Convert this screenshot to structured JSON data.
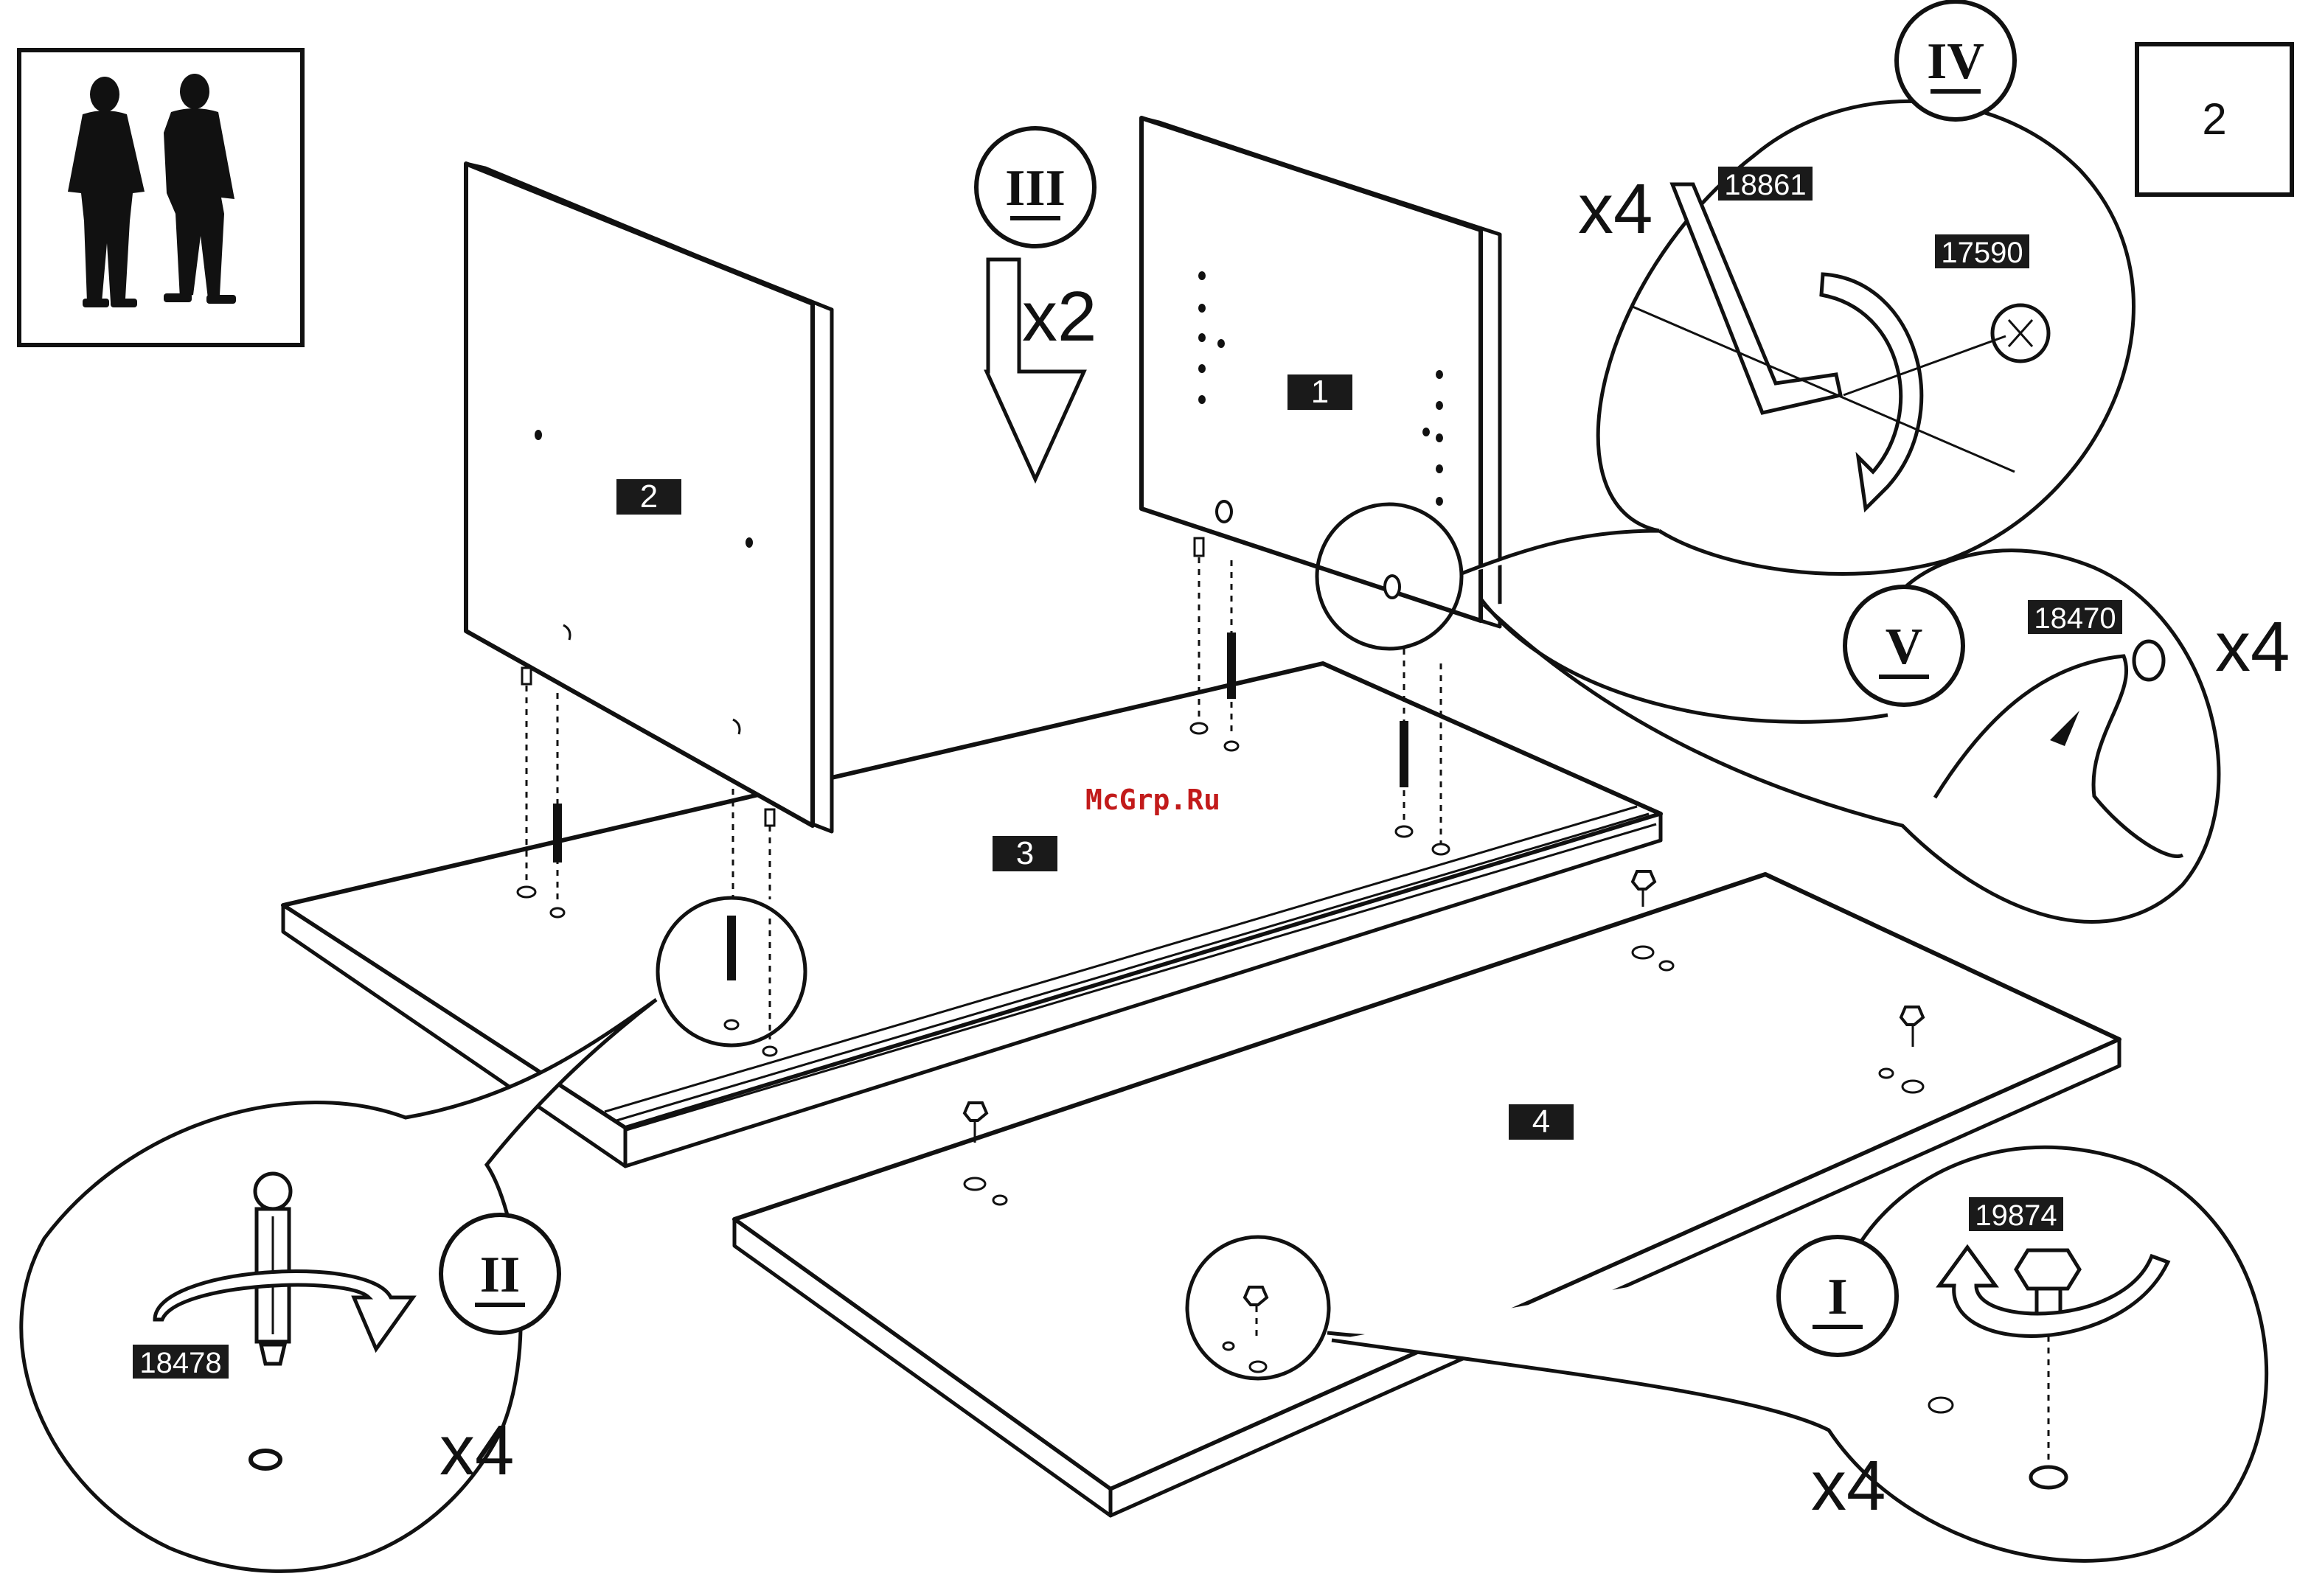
{
  "page_number": "2",
  "watermark": "McGrp.Ru",
  "people_icon": "two-persons-icon",
  "drop_quantity": "x2",
  "parts": {
    "p1": "1",
    "p2": "2",
    "p3": "3",
    "p4": "4"
  },
  "steps": [
    {
      "id": "I",
      "roman": "I",
      "part_code": "19874",
      "quantity": "x4"
    },
    {
      "id": "II",
      "roman": "II",
      "part_code": "18478",
      "quantity": "x4"
    },
    {
      "id": "III",
      "roman": "III"
    },
    {
      "id": "IV",
      "roman": "IV",
      "part_code": "18861",
      "part_code_2": "17590",
      "quantity": "x4"
    },
    {
      "id": "V",
      "roman": "V",
      "part_code": "18470",
      "quantity": "x4"
    }
  ]
}
